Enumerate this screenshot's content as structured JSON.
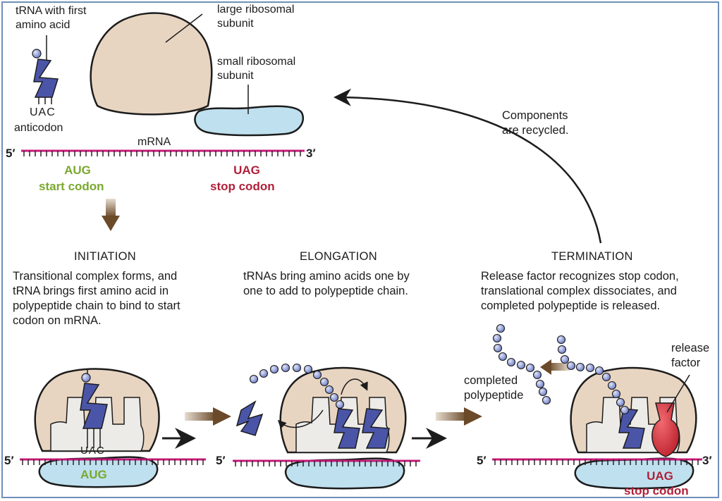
{
  "labels": {
    "trna_first": "tRNA with first\namino acid",
    "large_subunit": "large ribosomal\nsubunit",
    "small_subunit": "small ribosomal\nsubunit",
    "anticodon_seq": "UAC",
    "anticodon": "anticodon",
    "mrna": "mRNA",
    "five_prime": "5′",
    "three_prime": "3′",
    "start_codon_seq": "AUG",
    "start_codon": "start codon",
    "stop_codon_seq": "UAG",
    "stop_codon": "stop codon",
    "recycled": "Components\nare recycled.",
    "completed_polypeptide": "completed\npolypeptide",
    "release_factor": "release\nfactor"
  },
  "stages": {
    "initiation": {
      "title": "INITIATION",
      "text": "Transitional complex forms, and\ntRNA brings first amino acid in\npolypeptide chain to bind to start\ncodon on mRNA."
    },
    "elongation": {
      "title": "ELONGATION",
      "text": "tRNAs bring amino acids one by\none to add to polypeptide chain."
    },
    "termination": {
      "title": "TERMINATION",
      "text": "Release factor recognizes stop codon,\ntranslational complex dissociates, and\ncompleted polypeptide is released."
    }
  },
  "colors": {
    "mrna": "#c8197a",
    "large_subunit": "#e8d5c1",
    "small_subunit": "#bfe0ee",
    "trna": "#4a55a8",
    "amino_acid": "#7f8fd0",
    "release_factor": "#d42a35",
    "transition_arrow": "#6b4a2a",
    "start_green": "#7aa82e",
    "stop_red": "#b0203a",
    "frame": "#6f8fb8"
  },
  "icons": [
    "trna-icon",
    "large-subunit-icon",
    "small-subunit-icon",
    "mrna-strand-icon",
    "release-factor-icon",
    "amino-acid-bead-icon"
  ]
}
